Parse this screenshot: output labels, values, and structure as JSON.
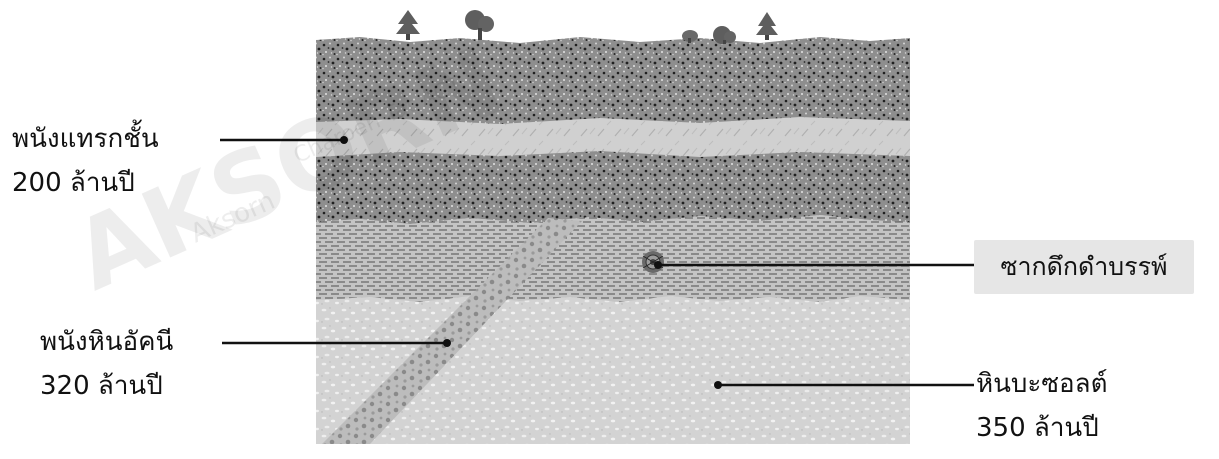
{
  "watermark": {
    "brand": "AKSORN",
    "sub1": "Aksorn",
    "sub2": "Charoen Tat ACT."
  },
  "labels": {
    "sill": {
      "name": "พนังแทรกชั้น",
      "age": "200 ล้านปี"
    },
    "dike": {
      "name": "พนังหินอัคนี",
      "age": "320 ล้านปี"
    },
    "fossil": {
      "name": "ซากดึกดำบรรพ์"
    },
    "basalt": {
      "name": "หินบะซอลต์",
      "age": "350 ล้านปี"
    }
  }
}
